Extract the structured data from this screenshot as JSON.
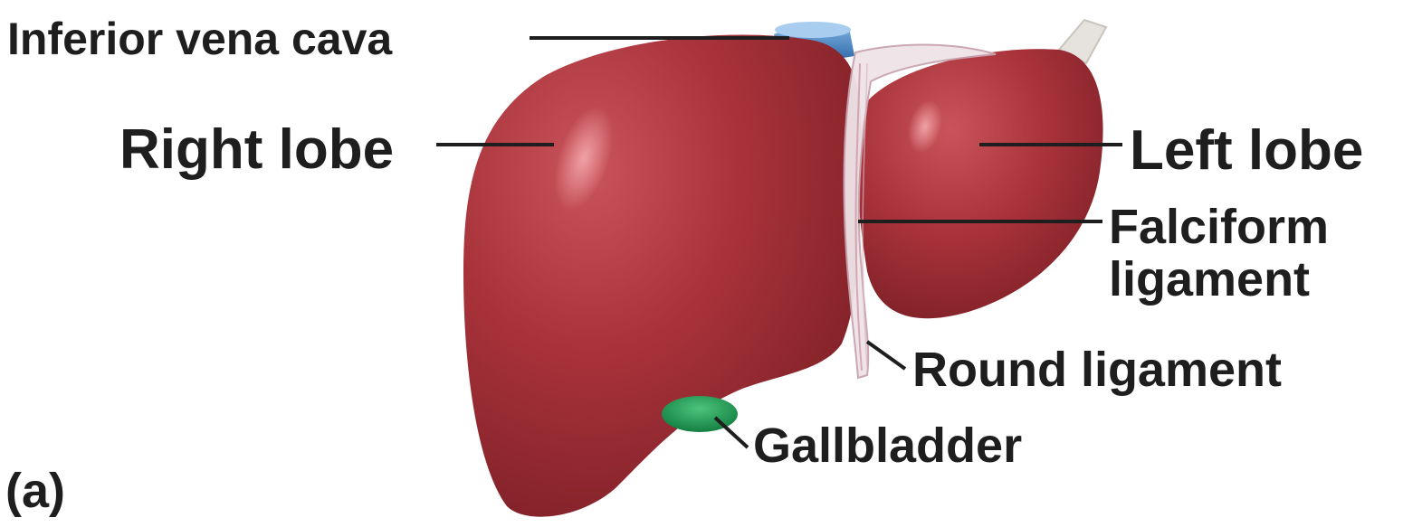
{
  "figure": {
    "panel_label": "(a)",
    "labels": {
      "inferior_vena_cava": "Inferior vena cava",
      "right_lobe": "Right lobe",
      "left_lobe": "Left lobe",
      "falciform_line1": "Falciform",
      "falciform_line2": "ligament",
      "round_ligament": "Round ligament",
      "gallbladder": "Gallbladder"
    },
    "colors": {
      "liver": "#a8323a",
      "liver_highlight": "#d9696f",
      "liver_shadow": "#6e1a20",
      "vena_cava": "#4a86c8",
      "gallbladder": "#1f9a52",
      "ligament": "#efe4e8",
      "leader_line": "#1e1e1e"
    }
  }
}
